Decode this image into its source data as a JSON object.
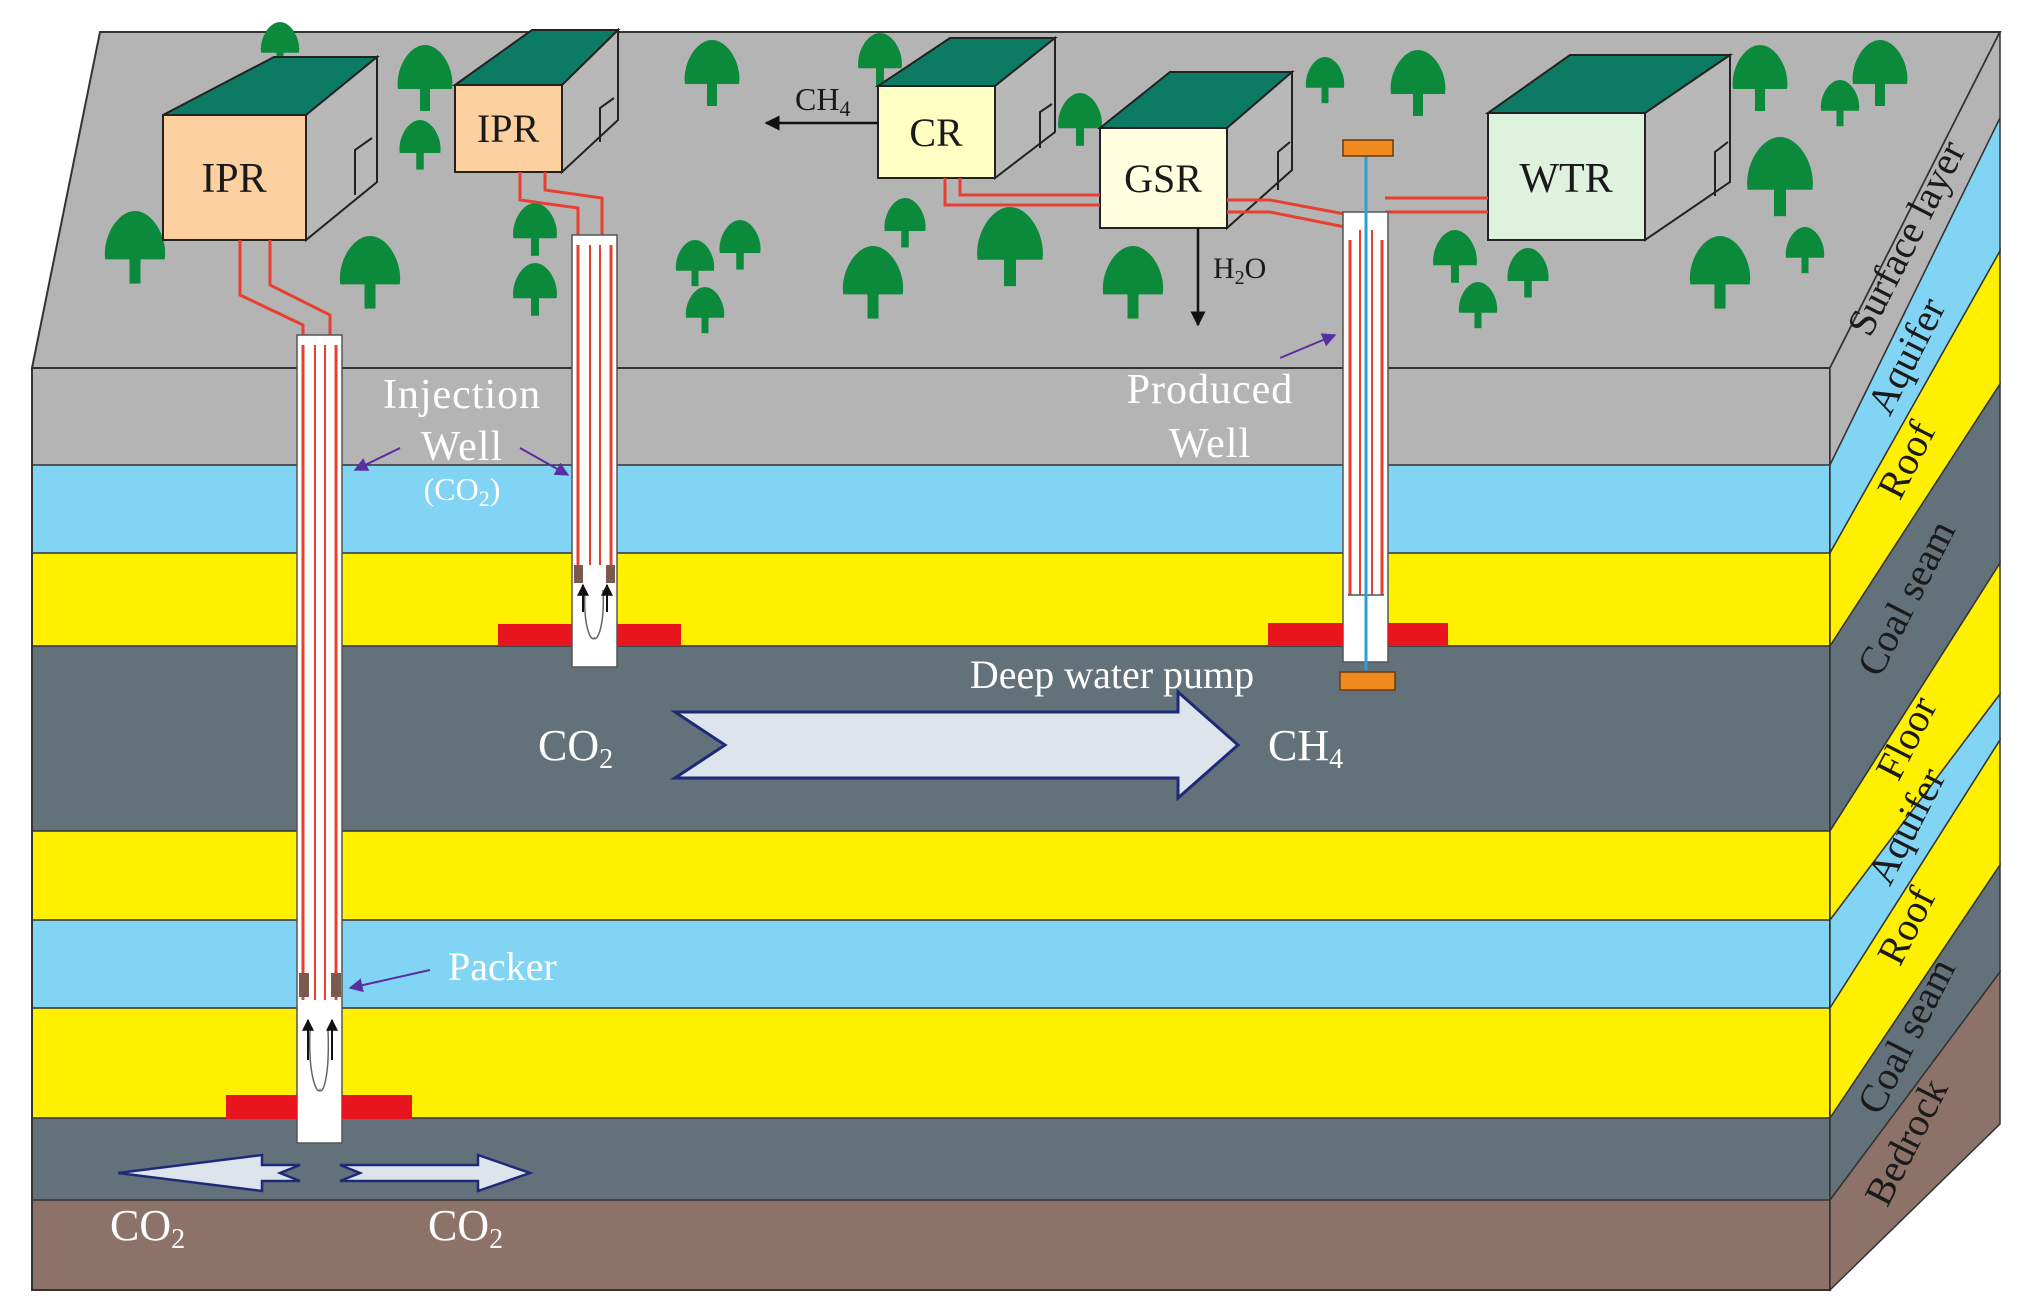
{
  "facilities": {
    "ipr1": "IPR",
    "ipr2": "IPR",
    "cr": "CR",
    "gsr": "GSR",
    "wtr": "WTR"
  },
  "flows": {
    "ch4_out_prefix": "CH",
    "ch4_out_sub": "4",
    "h2o_prefix": "H",
    "h2o_sub": "2",
    "h2o_suffix": "O",
    "main_co2_prefix": "CO",
    "main_co2_sub": "2",
    "main_ch4_prefix": "CH",
    "main_ch4_sub": "4",
    "left_co2_prefix": "CO",
    "left_co2_sub": "2",
    "right_co2_prefix": "CO",
    "right_co2_sub": "2"
  },
  "labels": {
    "injection_line1": "Injection",
    "injection_line2": "Well",
    "injection_gas_prefix": "(CO",
    "injection_gas_sub": "2",
    "injection_gas_suffix": ")",
    "produced_line1": "Produced",
    "produced_line2": "Well",
    "deep_water_pump": "Deep water pump",
    "packer": "Packer"
  },
  "strata": [
    "Surface layer",
    "Aquifer",
    "Roof",
    "Coal seam",
    "Floor",
    "Aquifer",
    "Roof",
    "Coal seam",
    "Bedrock"
  ],
  "colors": {
    "surface": "#b4b4b4",
    "aquifer": "#82d4f4",
    "roof_floor": "#fff000",
    "coal": "#62717a",
    "bedrock": "#8c7268",
    "tree": "#0c8a3c",
    "roof_green": "#0d7a63",
    "ipr": "#fdd0a0",
    "cr": "#ffffc4",
    "gsr": "#ffffe0",
    "wtr": "#def2de",
    "pipe": "#e84030",
    "packer_red": "#e8141e"
  }
}
